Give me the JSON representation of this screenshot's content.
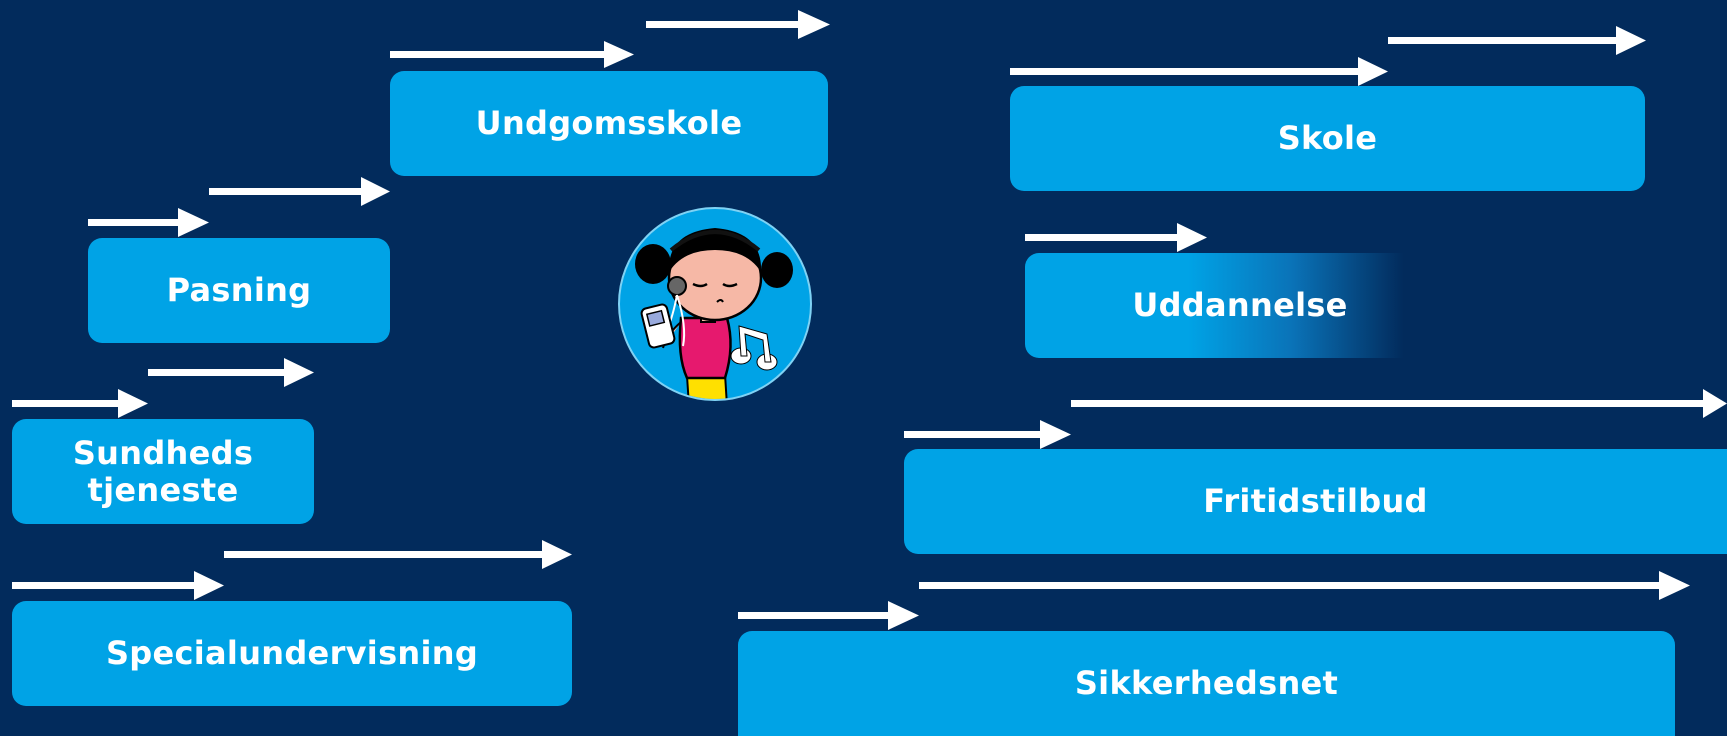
{
  "boxes": {
    "undgomsskole": "Undgomsskole",
    "pasning": "Pasning",
    "sundheds_line1": "Sundheds",
    "sundheds_line2": "tjeneste",
    "specialundervisning": "Specialundervisning",
    "skole": "Skole",
    "uddannelse": "Uddannelse",
    "fritidstilbud": "Fritidstilbud",
    "sikkerhedsnet": "Sikkerhedsnet"
  },
  "colors": {
    "background": "#022b5c",
    "box": "#00a3e6",
    "arrow": "#ffffff"
  },
  "mascot": "girl-with-headphones-and-music-player-icon"
}
